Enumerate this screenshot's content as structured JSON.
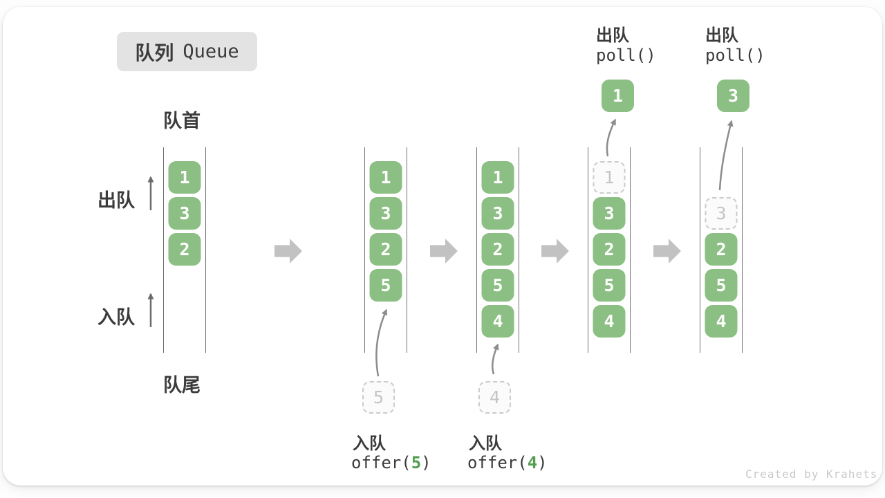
{
  "title": {
    "zh": "队列",
    "en": "Queue"
  },
  "labels": {
    "front": "队首",
    "rear": "队尾",
    "dequeue": "出队",
    "enqueue": "入队"
  },
  "operations": {
    "enqueue_5": {
      "name": "入队",
      "code_fn": "offer(",
      "code_arg": "5",
      "code_close": ")",
      "staged_value": "5"
    },
    "enqueue_4": {
      "name": "入队",
      "code_fn": "offer(",
      "code_arg": "4",
      "code_close": ")",
      "staged_value": "4"
    },
    "poll_1": {
      "name": "出队",
      "code": "poll()",
      "value": "1"
    },
    "poll_2": {
      "name": "出队",
      "code": "poll()",
      "value": "3"
    }
  },
  "states": [
    {
      "boxes": [
        {
          "value": "1",
          "style": "filled"
        },
        {
          "value": "3",
          "style": "filled"
        },
        {
          "value": "2",
          "style": "filled"
        }
      ]
    },
    {
      "boxes": [
        {
          "value": "1",
          "style": "filled"
        },
        {
          "value": "3",
          "style": "filled"
        },
        {
          "value": "2",
          "style": "filled"
        },
        {
          "value": "5",
          "style": "filled"
        }
      ]
    },
    {
      "boxes": [
        {
          "value": "1",
          "style": "filled"
        },
        {
          "value": "3",
          "style": "filled"
        },
        {
          "value": "2",
          "style": "filled"
        },
        {
          "value": "5",
          "style": "filled"
        },
        {
          "value": "4",
          "style": "filled"
        }
      ]
    },
    {
      "boxes": [
        {
          "value": "1",
          "style": "ghost"
        },
        {
          "value": "3",
          "style": "filled"
        },
        {
          "value": "2",
          "style": "filled"
        },
        {
          "value": "5",
          "style": "filled"
        },
        {
          "value": "4",
          "style": "filled"
        }
      ]
    },
    {
      "boxes": [
        {
          "value": "3",
          "style": "ghost"
        },
        {
          "value": "2",
          "style": "filled"
        },
        {
          "value": "5",
          "style": "filled"
        },
        {
          "value": "4",
          "style": "filled"
        }
      ]
    }
  ],
  "colors": {
    "box_green": "#8CBF83",
    "box_text": "#FFFFFF",
    "ghost_border": "#CBCBCB",
    "ghost_bg": "#FBFBFB",
    "ghost_text": "#C4C4C4",
    "accent_green": "#519E50",
    "block_arrow": "#C2C2C2",
    "curve_arrow": "#8C8C8C",
    "dir_arrow": "#6B6B6B",
    "line": "#707070",
    "text": "#3B3B3B",
    "title_bg": "#E3E3E3",
    "watermark": "#C8C8C8"
  },
  "watermark": "Created by Krahets"
}
